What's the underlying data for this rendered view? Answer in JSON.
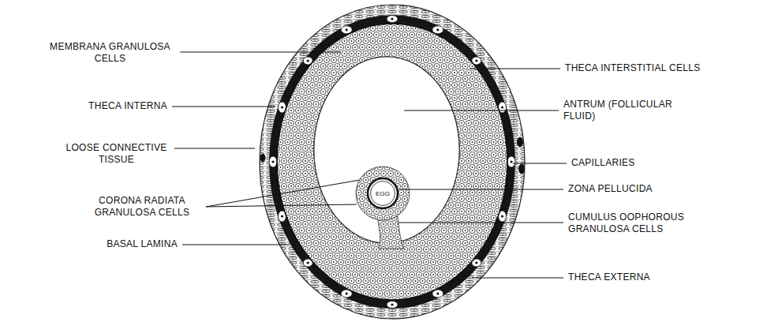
{
  "diagram": {
    "labels": [
      "MEMBRANA GRANULOSA CELLS",
      "THECA INTERNA",
      "LOOSE CONNECTIVE TISSUE",
      "CORONA RADIATA GRANULOSA CELLS",
      "BASAL LAMINA",
      "THECA INTERSTITIAL CELLS",
      "ANTRUM (FOLLICULAR FLUID)",
      "CAPILLARIES",
      "ZONA PELLUCIDA",
      "CUMULUS OOPHOROUS GRANULOSA CELLS",
      "THECA EXTERNA",
      "EGG"
    ]
  }
}
